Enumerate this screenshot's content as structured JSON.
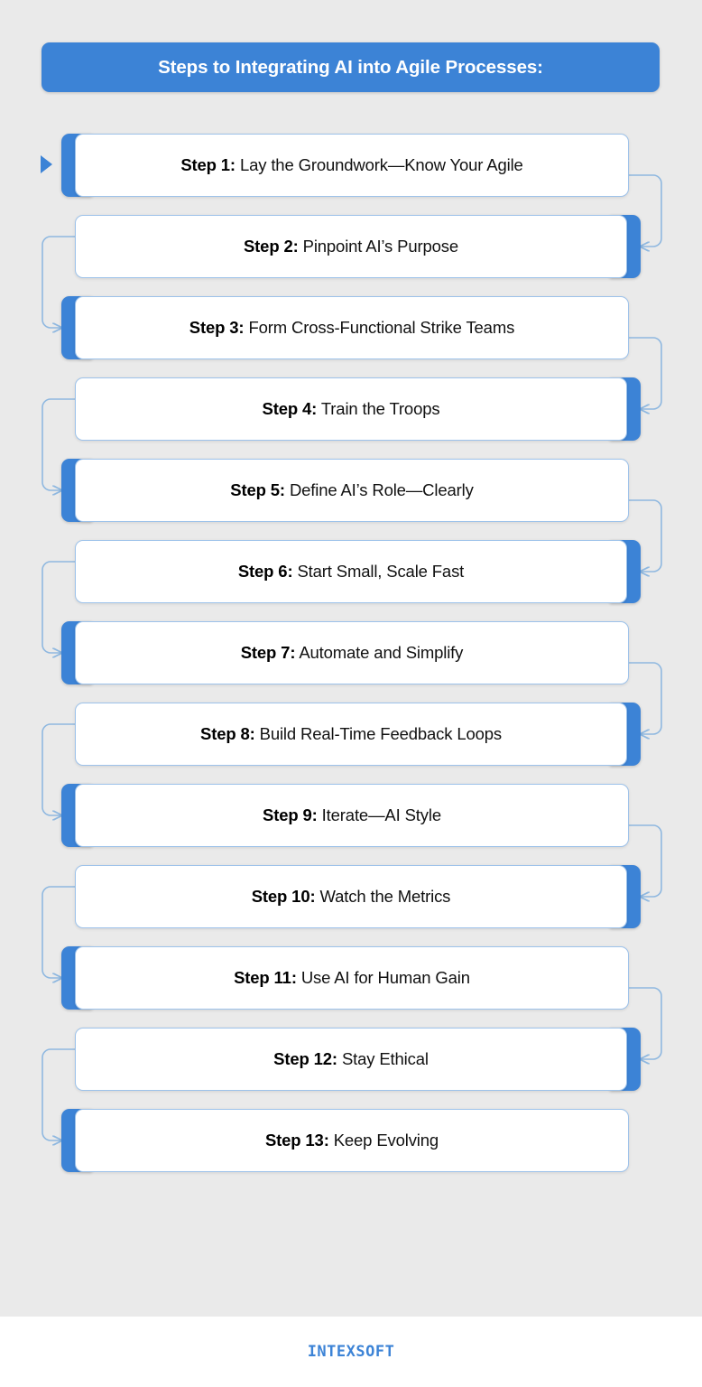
{
  "header": {
    "title": "Steps to Integrating AI into Agile Processes:",
    "background_color": "#3c83d6",
    "text_color": "#ffffff"
  },
  "theme": {
    "canvas_background": "#eaeaea",
    "accent_blue": "#3c83d6",
    "card_border": "#9dc2ea",
    "connector_color": "#8fb8e0",
    "card_background": "#ffffff",
    "text_color": "#111111"
  },
  "flow": {
    "start_marker": "play-triangle",
    "orientation": "vertical-zigzag",
    "step_count": 13,
    "steps": [
      {
        "num": "Step 1:",
        "text": "Lay the Groundwork—Know Your Agile",
        "tab_side": "left"
      },
      {
        "num": "Step 2:",
        "text": "Pinpoint AI’s Purpose",
        "tab_side": "right"
      },
      {
        "num": "Step 3:",
        "text": "Form Cross-Functional Strike Teams",
        "tab_side": "left"
      },
      {
        "num": "Step 4:",
        "text": "Train the Troops",
        "tab_side": "right"
      },
      {
        "num": "Step 5:",
        "text": "Define AI’s Role—Clearly",
        "tab_side": "left"
      },
      {
        "num": "Step 6:",
        "text": "Start Small, Scale Fast",
        "tab_side": "right"
      },
      {
        "num": "Step 7:",
        "text": "Automate and Simplify",
        "tab_side": "left"
      },
      {
        "num": "Step 8:",
        "text": "Build Real-Time Feedback Loops",
        "tab_side": "right"
      },
      {
        "num": "Step 9:",
        "text": "Iterate—AI Style",
        "tab_side": "left"
      },
      {
        "num": "Step 10:",
        "text": "Watch the Metrics",
        "tab_side": "right"
      },
      {
        "num": "Step 11:",
        "text": "Use AI for Human Gain",
        "tab_side": "left"
      },
      {
        "num": "Step 12:",
        "text": "Stay Ethical",
        "tab_side": "right"
      },
      {
        "num": "Step 13:",
        "text": "Keep Evolving",
        "tab_side": "left"
      }
    ]
  },
  "footer": {
    "logo_text": "INTEXSOFT",
    "logo_color": "#3c83d6"
  }
}
